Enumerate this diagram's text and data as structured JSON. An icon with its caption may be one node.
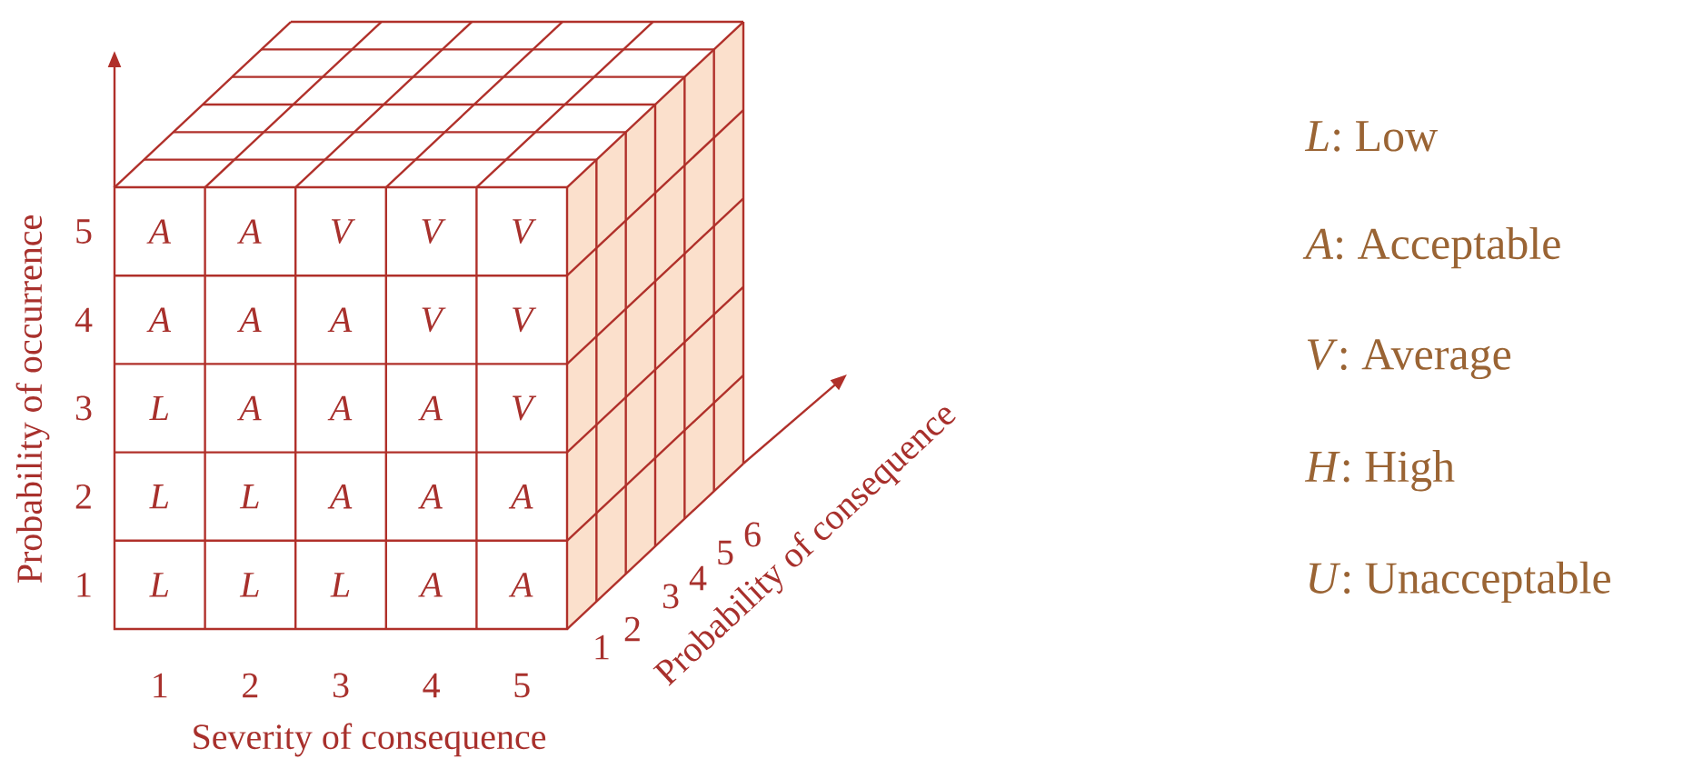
{
  "diagram": {
    "labels": [
      "A",
      "A",
      "V",
      "V",
      "V",
      "A",
      "A",
      "A",
      "V",
      "V",
      "L",
      "A",
      "A",
      "A",
      "V",
      "L",
      "L",
      "A",
      "A",
      "A",
      "L",
      "L",
      "L",
      "A",
      "A",
      "5",
      "4",
      "3",
      "2",
      "1",
      "Probability of occurrence",
      "1",
      "2",
      "3",
      "4",
      "5",
      "Severity of consequence",
      "1",
      "2",
      "3",
      "4",
      "5",
      "6",
      "Probability of consequence",
      "*L*: Low",
      "*A*: Acceptable",
      "*V*: Average",
      "*H*: High",
      "*U*: Unacceptable"
    ]
  }
}
